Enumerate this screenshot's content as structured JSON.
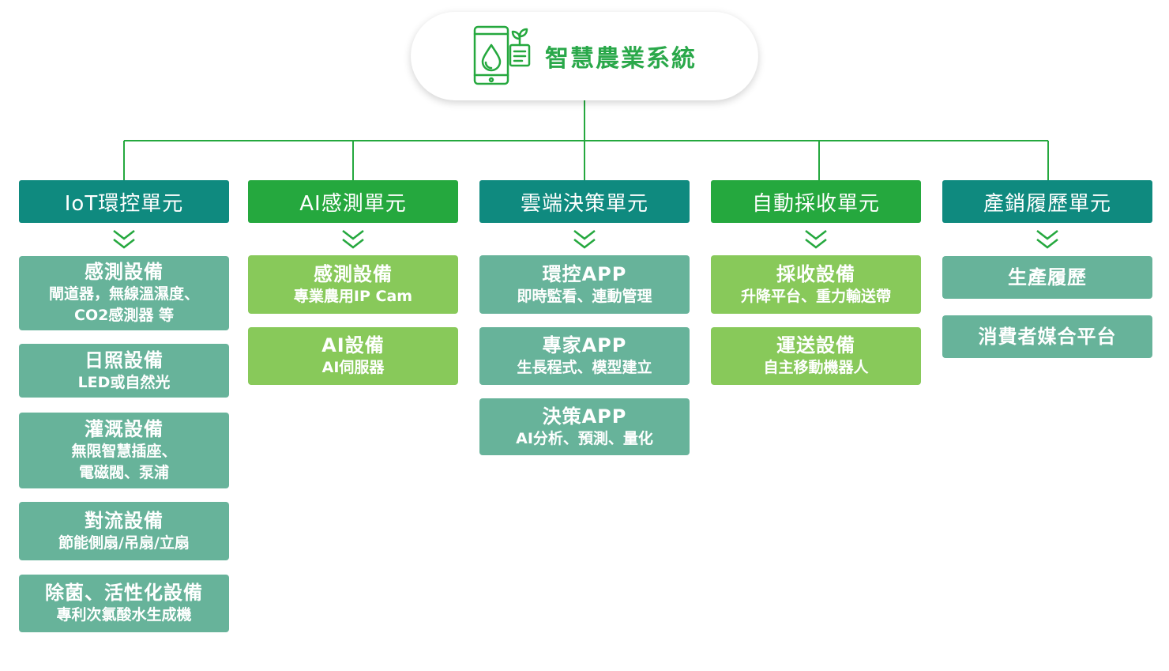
{
  "root": {
    "title": "智慧農業系統",
    "icon": "smartphone-plant-icon"
  },
  "colors": {
    "teal": "#0f8a7f",
    "green": "#25a83e",
    "teal_box": "#67b39a",
    "green_box": "#88c95a",
    "line": "#25a83e"
  },
  "units": [
    {
      "title": "IoT環控單元",
      "color": "teal",
      "items": [
        {
          "title": "感測設備",
          "desc": "閘道器，無線溫濕度、\nCO2感測器 等"
        },
        {
          "title": "日照設備",
          "desc": "LED或自然光"
        },
        {
          "title": "灌溉設備",
          "desc": "無限智慧插座、\n電磁閥、泵浦"
        },
        {
          "title": "對流設備",
          "desc": "節能側扇/吊扇/立扇"
        },
        {
          "title": "除菌、活性化設備",
          "desc": "專利次氯酸水生成機"
        }
      ]
    },
    {
      "title": "AI感測單元",
      "color": "green",
      "items": [
        {
          "title": "感測設備",
          "desc": "專業農用IP Cam"
        },
        {
          "title": "AI設備",
          "desc": "AI伺服器"
        }
      ]
    },
    {
      "title": "雲端決策單元",
      "color": "teal",
      "items": [
        {
          "title": "環控APP",
          "desc": "即時監看、連動管理"
        },
        {
          "title": "專家APP",
          "desc": "生長程式、模型建立"
        },
        {
          "title": "決策APP",
          "desc": "AI分析、預測、量化"
        }
      ]
    },
    {
      "title": "自動採收單元",
      "color": "green",
      "items": [
        {
          "title": "採收設備",
          "desc": "升降平台、重力輸送帶"
        },
        {
          "title": "運送設備",
          "desc": "自主移動機器人"
        }
      ]
    },
    {
      "title": "產銷履歷單元",
      "color": "teal",
      "items": [
        {
          "title": "生產履歷",
          "desc": ""
        },
        {
          "title": "消費者媒合平台",
          "desc": ""
        }
      ]
    }
  ]
}
